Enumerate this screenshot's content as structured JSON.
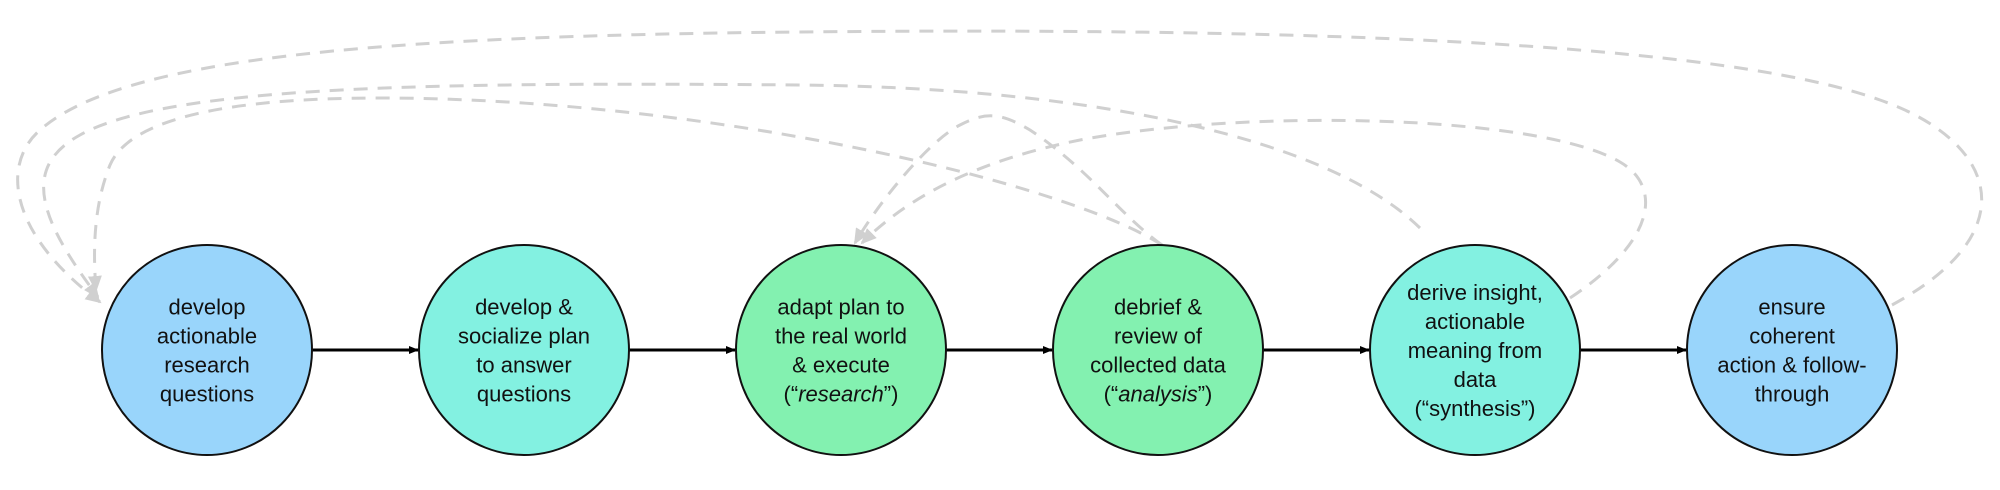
{
  "colors": {
    "blue": "#99d5fb",
    "cyan": "#83f1e1",
    "green": "#83f1b0",
    "arrow": "#000000",
    "feedback": "#d0d0d0"
  },
  "nodes": [
    {
      "id": "questions",
      "color": "blue",
      "lines": [
        [
          {
            "t": "develop"
          }
        ],
        [
          {
            "t": "actionable"
          }
        ],
        [
          {
            "t": "research"
          }
        ],
        [
          {
            "t": "questions"
          }
        ]
      ]
    },
    {
      "id": "plan",
      "color": "cyan",
      "lines": [
        [
          {
            "t": "develop &"
          }
        ],
        [
          {
            "t": "socialize plan"
          }
        ],
        [
          {
            "t": "to answer"
          }
        ],
        [
          {
            "t": "questions"
          }
        ]
      ]
    },
    {
      "id": "research",
      "color": "green",
      "lines": [
        [
          {
            "t": "adapt plan to"
          }
        ],
        [
          {
            "t": "the real world"
          }
        ],
        [
          {
            "t": "& execute"
          }
        ],
        [
          {
            "t": "(“"
          },
          {
            "t": "research",
            "em": true
          },
          {
            "t": "”)"
          }
        ]
      ]
    },
    {
      "id": "analysis",
      "color": "green",
      "lines": [
        [
          {
            "t": "debrief &"
          }
        ],
        [
          {
            "t": "review of"
          }
        ],
        [
          {
            "t": "collected data"
          }
        ],
        [
          {
            "t": "(“"
          },
          {
            "t": "analysis",
            "em": true
          },
          {
            "t": "”)"
          }
        ]
      ]
    },
    {
      "id": "synthesis",
      "color": "cyan",
      "lines": [
        [
          {
            "t": "derive insight,"
          }
        ],
        [
          {
            "t": "actionable"
          }
        ],
        [
          {
            "t": "meaning from"
          }
        ],
        [
          {
            "t": "data"
          }
        ],
        [
          {
            "t": "(“synthesis”)"
          }
        ]
      ]
    },
    {
      "id": "action",
      "color": "blue",
      "lines": [
        [
          {
            "t": "ensure"
          }
        ],
        [
          {
            "t": "coherent"
          }
        ],
        [
          {
            "t": "action & follow-"
          }
        ],
        [
          {
            "t": "through"
          }
        ]
      ]
    }
  ],
  "forward_edges": [
    {
      "from": "questions",
      "to": "plan"
    },
    {
      "from": "plan",
      "to": "research"
    },
    {
      "from": "research",
      "to": "analysis"
    },
    {
      "from": "analysis",
      "to": "synthesis"
    },
    {
      "from": "synthesis",
      "to": "action"
    }
  ],
  "feedback_edges": [
    {
      "from": "action",
      "to": "questions"
    },
    {
      "from": "synthesis",
      "to": "questions"
    },
    {
      "from": "analysis",
      "to": "questions"
    },
    {
      "from": "analysis",
      "to": "research"
    },
    {
      "from": "synthesis",
      "to": "research"
    }
  ]
}
